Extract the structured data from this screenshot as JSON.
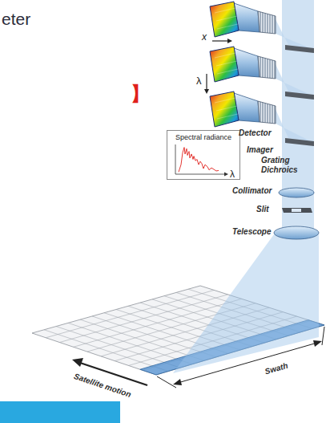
{
  "diagram": {
    "title": "eter",
    "nodes": [
      {
        "text": [
          "Spectral radiance",
          "λ"
        ]
      }
    ],
    "labels": [
      "x",
      "λ",
      "Detector",
      "Imager",
      "Grating",
      "Dichroics",
      "Collimator",
      "Slit",
      "Telescope",
      "】",
      "Satellite motion",
      "Swath"
    ]
  }
}
